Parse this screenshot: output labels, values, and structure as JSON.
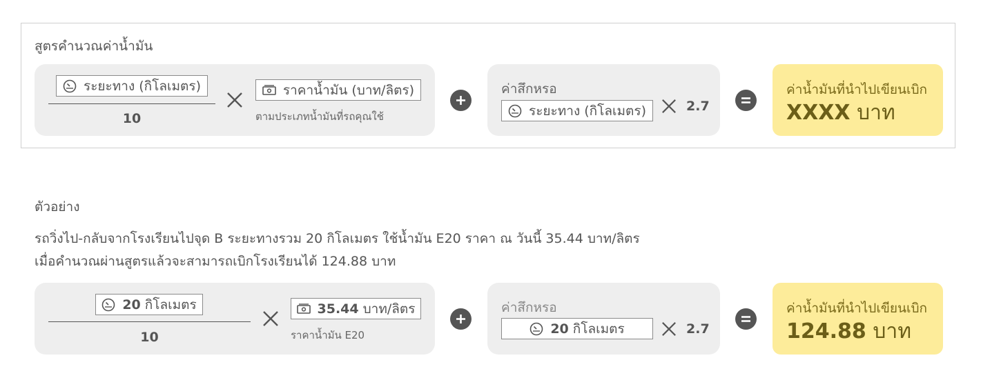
{
  "formula": {
    "title": "สูตรคำนวณค่าน้ำมัน",
    "distance_label": "ระยะทาง (กิโลเมตร)",
    "divisor": "10",
    "price_label": "ราคาน้ำมัน (บาท/ลิตร)",
    "price_note": "ตามประเภทน้ำมันที่รถคุณใช้",
    "wear_label": "ค่าสึกหรอ",
    "wear_distance_label": "ระยะทาง (กิโลเมตร)",
    "wear_factor": "2.7",
    "result_label": "ค่าน้ำมันที่นำไปเขียนเบิก",
    "result_value": "XXXX",
    "result_unit": "บาท"
  },
  "example": {
    "title": "ตัวอย่าง",
    "line1": "รถวิ่งไป-กลับจากโรงเรียนไปจุด B ระยะทางรวม 20 กิโลเมตร ใช้น้ำมัน E20 ราคา ณ วันนี้ 35.44 บาท/ลิตร",
    "line2": "เมื่อคำนวณผ่านสูตรแล้วจะสามารถเบิกโรงเรียนได้ 124.88 บาท",
    "distance_value": "20",
    "distance_unit": "กิโลเมตร",
    "divisor": "10",
    "price_value": "35.44",
    "price_unit": "บาท/ลิตร",
    "price_note": "ราคาน้ำมัน E20",
    "wear_label": "ค่าสึกหรอ",
    "wear_distance_value": "20",
    "wear_distance_unit": "กิโลเมตร",
    "wear_factor": "2.7",
    "result_label": "ค่าน้ำมันที่นำไปเขียนเบิก",
    "result_value": "124.88",
    "result_unit": "บาท"
  },
  "icons": {
    "distance": "speedometer-icon",
    "price": "banknote-icon",
    "multiply": "multiply-icon",
    "plus": "plus-circle-icon",
    "equals": "equals-circle-icon"
  },
  "colors": {
    "card_bg": "#eeeeee",
    "result_bg": "#fdec9a",
    "operator": "#555555",
    "frame_border": "#cfcfcf"
  }
}
